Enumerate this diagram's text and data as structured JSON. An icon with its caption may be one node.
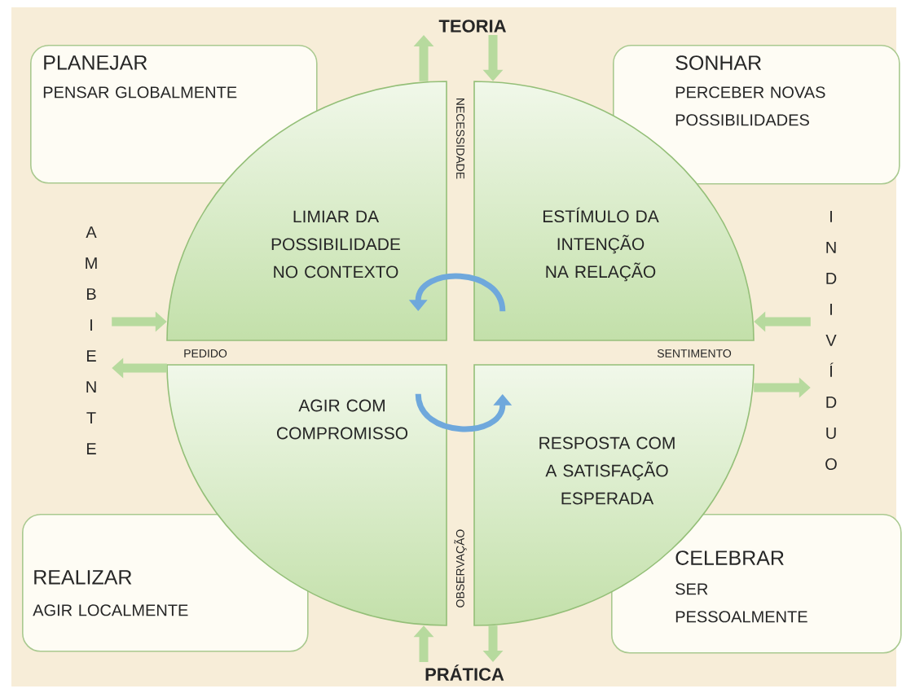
{
  "diagram": {
    "nodes": [
      {
        "text": [
          "TEORIA"
        ]
      },
      {
        "text": [
          "PLANEJAR",
          "PENSAR GLOBALMENTE"
        ]
      },
      {
        "text": [
          "SONHAR",
          "PERCEBER NOVAS POSSIBILIDADES"
        ]
      },
      {
        "text": [
          "LIMIAR DA POSSIBILIDADE NO CONTEXTO"
        ]
      },
      {
        "text": [
          "ESTÍMULO DA INTENÇÃO NA RELAÇÃO"
        ]
      },
      {
        "text": [
          "AMBIENTE"
        ]
      },
      {
        "text": [
          "INDIVÍDUO"
        ]
      },
      {
        "text": [
          "AGIR COM COMPROMISSO"
        ]
      },
      {
        "text": [
          "RESPOSTA COM A SATISFAÇÃO ESPERADA"
        ]
      },
      {
        "text": [
          "REALIZAR",
          "AGIR LOCALMENTE"
        ]
      },
      {
        "text": [
          "CELEBRAR",
          "SER PESSOALMENTE"
        ]
      },
      {
        "text": [
          "PRÁTICA"
        ]
      }
    ],
    "edges": [
      {
        "from": 3,
        "to": 0,
        "arrow": "to"
      },
      {
        "from": 0,
        "to": 4,
        "arrow": "to"
      },
      {
        "from": 5,
        "to": 3,
        "arrow": "to"
      },
      {
        "from": 7,
        "to": 5,
        "arrow": "to"
      },
      {
        "from": 6,
        "to": 4,
        "arrow": "to"
      },
      {
        "from": 8,
        "to": 6,
        "arrow": "to"
      },
      {
        "from": 11,
        "to": 7,
        "arrow": "to"
      },
      {
        "from": 8,
        "to": 11,
        "arrow": "to"
      },
      {
        "from": 4,
        "to": 3,
        "arrow": "to",
        "color": "#6fa8dc"
      },
      {
        "from": 7,
        "to": 8,
        "arrow": "to",
        "color": "#6fa8dc"
      }
    ],
    "labels": [
      "NECESSIDADE",
      "PEDIDO",
      "SENTIMENTO",
      "OBSERVAÇÃO"
    ]
  }
}
